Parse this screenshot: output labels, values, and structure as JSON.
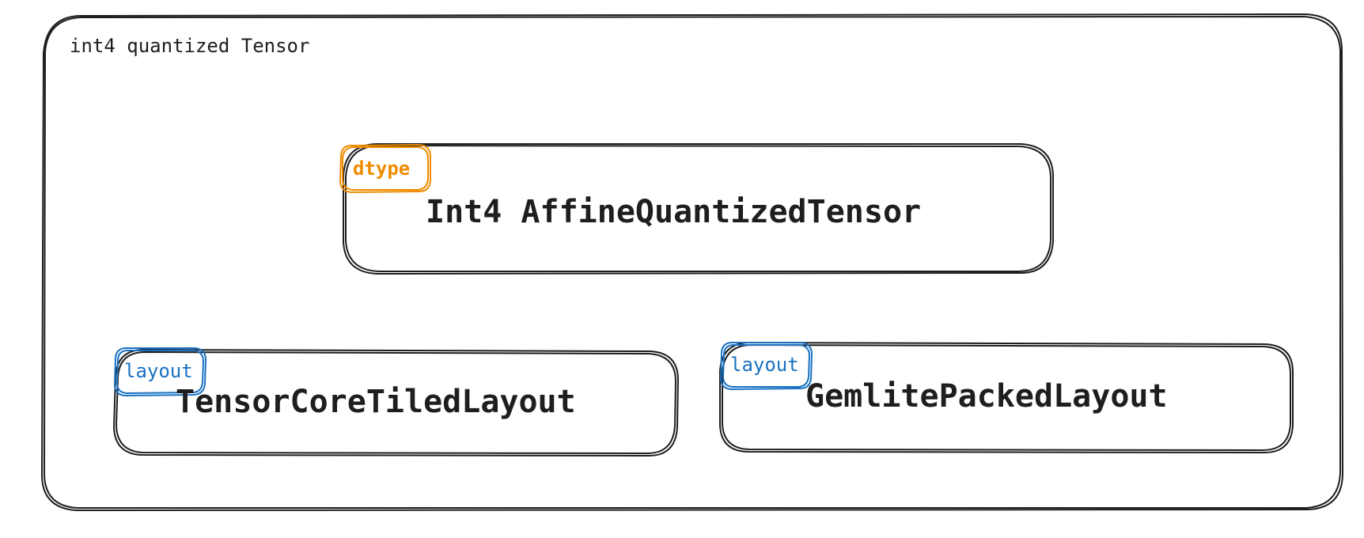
{
  "diagram": {
    "container": {
      "title": "int4 quantized Tensor"
    },
    "nodes": [
      {
        "id": "affine",
        "label": "Int4 AffineQuantizedTensor",
        "tag": "dtype",
        "tag_color": "#f08c00"
      },
      {
        "id": "tensorcore",
        "label": "TensorCoreTiledLayout",
        "tag": "layout",
        "tag_color": "#1971c2"
      },
      {
        "id": "gemlite",
        "label": "GemlitePackedLayout",
        "tag": "layout",
        "tag_color": "#1971c2"
      }
    ],
    "stroke_color": "#1e1e1e",
    "background": "#ffffff"
  }
}
